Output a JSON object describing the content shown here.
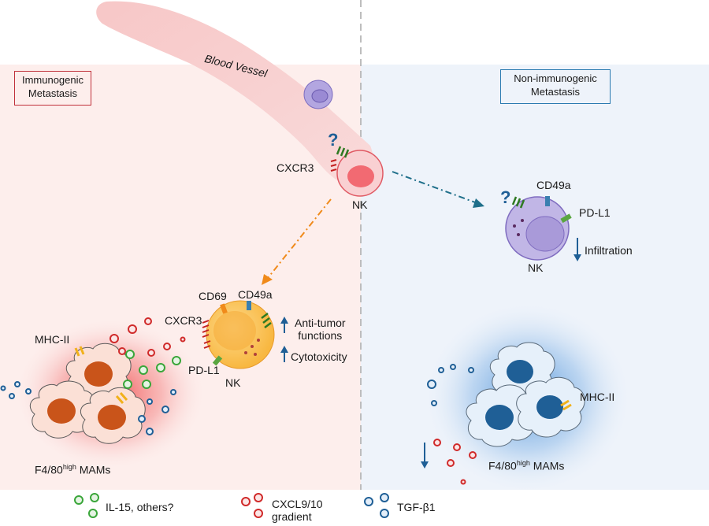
{
  "panels": {
    "left_title": "Immunogenic\nMetastasis",
    "right_title": "Non-immunogenic\nMetastasis"
  },
  "vessel": {
    "label": "Blood Vessel"
  },
  "top_nk": {
    "receptor_label": "CXCR3",
    "cell_label": "NK",
    "question": "?"
  },
  "left_nk": {
    "labels": {
      "cd69": "CD69",
      "cd49a": "CD49a",
      "cxcr3": "CXCR3",
      "pdl1": "PD-L1",
      "nk": "NK"
    },
    "effects": [
      "Anti-tumor\nfunctions",
      "Cytotoxicity"
    ]
  },
  "right_nk": {
    "labels": {
      "cd49a": "CD49a",
      "pdl1": "PD-L1",
      "nk": "NK"
    },
    "question": "?",
    "effect": "Infiltration"
  },
  "left_mams": {
    "mhc": "MHC-II",
    "name_main": "F4/80",
    "name_sup": "high",
    "name_tail": " MAMs"
  },
  "right_mams": {
    "mhc": "MHC-II",
    "name_main": "F4/80",
    "name_sup": "high",
    "name_tail": " MAMs"
  },
  "legend": [
    {
      "label": "IL-15, others?",
      "color": "#3aa63a"
    },
    {
      "label": "CXCL9/10\ngradient",
      "color": "#d02a2a"
    },
    {
      "label": "TGF-β1",
      "color": "#1f5f96"
    }
  ],
  "colors": {
    "left_bg": "#fdeeec",
    "right_bg": "#eef3fa",
    "vessel": "#f7b8b8",
    "nk_cell": "#f6c6c8",
    "active_nk": "#fbc85a",
    "inactive_nk": "#b9aee0",
    "mam_left": "#c9541a",
    "mam_right": "#1f5f96",
    "arrow_orange": "#f08a1a",
    "arrow_teal": "#1f6f8a"
  }
}
